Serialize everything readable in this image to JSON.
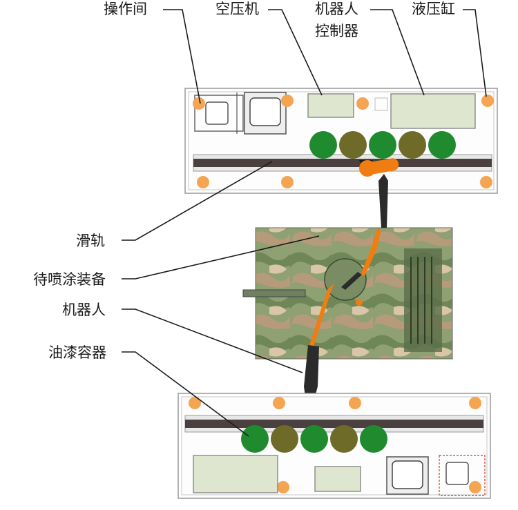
{
  "labels": {
    "operator_room": "操作间",
    "air_compressor": "空压机",
    "robot_controller_1": "机器人",
    "robot_controller_2": "控制器",
    "hydraulic_cylinder": "液压缸",
    "slide_rail": "滑轨",
    "equipment_to_paint": "待喷涂装备",
    "robot": "机器人",
    "paint_container": "油漆容器"
  },
  "colors": {
    "container_dark_green": "#1f8a2e",
    "container_olive": "#6e6a28",
    "robot_orange": "#f07d12",
    "robot_dark": "#2b2b2b",
    "joint_orange": "#f3a552",
    "rail_dark": "#4a4040",
    "equipment_camo": "#8a9a6a",
    "highlight_red": "#e03030"
  },
  "icons": [
    "operator-seat-icon",
    "robot-arm-icon"
  ]
}
